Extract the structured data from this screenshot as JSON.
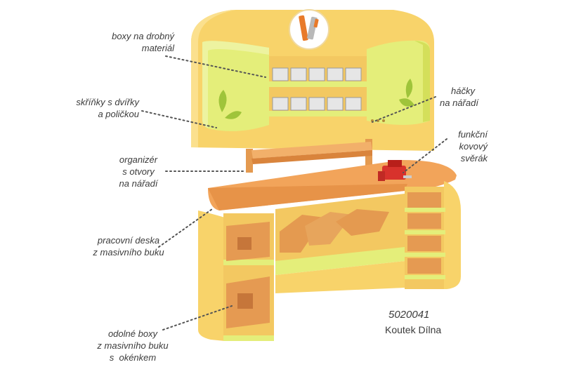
{
  "labels": {
    "boxes_small": [
      "boxy na drobný",
      "materiál"
    ],
    "cabinets": [
      "skříňky s dvířky",
      "a poličkou"
    ],
    "organizer": [
      "organizér",
      "s otvory",
      "na nářadí"
    ],
    "worktop": [
      "pracovní deska",
      "z masivního buku"
    ],
    "boxes_sturdy": [
      "odolné boxy",
      "z masivního buku",
      "s  okénkem"
    ],
    "hooks": [
      "háčky",
      "na nářadí"
    ],
    "vise": [
      "funkční",
      "kovový",
      "svěrák"
    ]
  },
  "product": {
    "code": "5020041",
    "name": "Koutek Dílna"
  },
  "colors": {
    "frame": "#f8d36a",
    "frame_dark": "#e8b84a",
    "lime": "#e4ee7a",
    "wood": "#f2a45a",
    "wood_dark": "#d9843c",
    "box": "#e59a52",
    "vise": "#d8322c",
    "dots": "#555555"
  }
}
